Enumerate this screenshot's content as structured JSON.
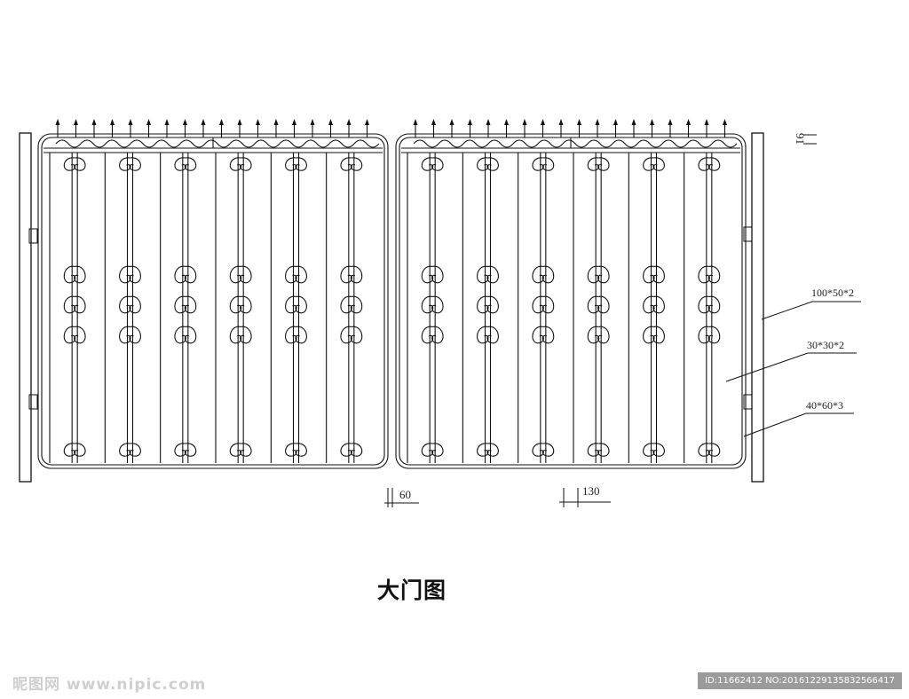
{
  "title": "大门图",
  "dimensions": {
    "spacing_small": "60",
    "spacing_large": "130",
    "top_detail": "91"
  },
  "specs": [
    "100*50*2",
    "30*30*2",
    "40*60*3"
  ],
  "footer": {
    "brand": "昵图网 www.nipic.com",
    "id": "ID:11662412 NO:20161229135832566417"
  }
}
